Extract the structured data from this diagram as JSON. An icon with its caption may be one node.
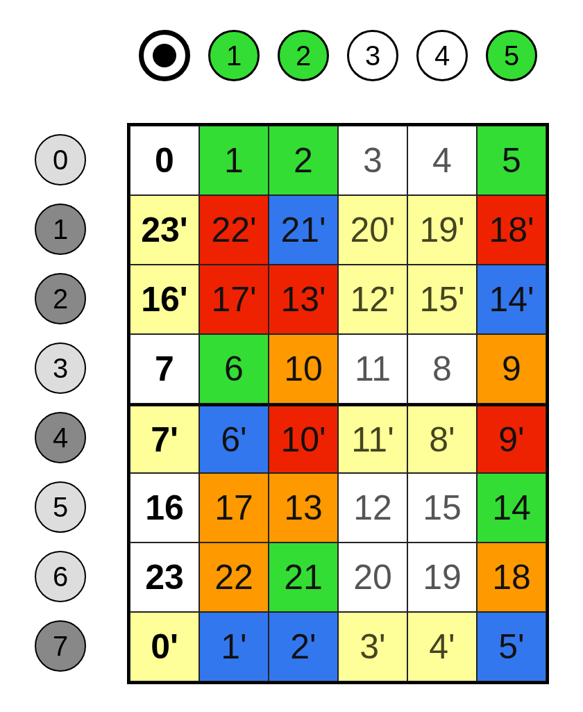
{
  "diagram": {
    "nodes": [
      {
        "text": [],
        "shape": "circle"
      },
      {
        "text": [
          "1"
        ]
      },
      {
        "text": [
          "2"
        ]
      },
      {
        "text": [
          "3"
        ]
      },
      {
        "text": [
          "4"
        ]
      },
      {
        "text": [
          "5"
        ]
      },
      {
        "text": [
          "0"
        ]
      },
      {
        "text": [
          "1"
        ]
      },
      {
        "text": [
          "2"
        ]
      },
      {
        "text": [
          "3"
        ]
      },
      {
        "text": [
          "4"
        ]
      },
      {
        "text": [
          "5"
        ]
      },
      {
        "text": [
          "6"
        ]
      },
      {
        "text": [
          "7"
        ]
      },
      {
        "text": [],
        "shape": "box"
      },
      {
        "text": [
          "0"
        ],
        "in": 14
      },
      {
        "text": [
          "1"
        ],
        "in": 14
      },
      {
        "text": [
          "2"
        ],
        "in": 14
      },
      {
        "text": [
          "3"
        ],
        "in": 14
      },
      {
        "text": [
          "4"
        ],
        "in": 14
      },
      {
        "text": [
          "5"
        ],
        "in": 14
      },
      {
        "text": [
          "23'"
        ],
        "in": 14
      },
      {
        "text": [
          "22'"
        ],
        "in": 14
      },
      {
        "text": [
          "21'"
        ],
        "in": 14
      },
      {
        "text": [
          "20'"
        ],
        "in": 14
      },
      {
        "text": [
          "19'"
        ],
        "in": 14
      },
      {
        "text": [
          "18'"
        ],
        "in": 14
      },
      {
        "text": [
          "16'"
        ],
        "in": 14
      },
      {
        "text": [
          "17'"
        ],
        "in": 14
      },
      {
        "text": [
          "13'"
        ],
        "in": 14
      },
      {
        "text": [
          "12'"
        ],
        "in": 14
      },
      {
        "text": [
          "15'"
        ],
        "in": 14
      },
      {
        "text": [
          "14'"
        ],
        "in": 14
      },
      {
        "text": [
          "7"
        ],
        "in": 14
      },
      {
        "text": [
          "6"
        ],
        "in": 14
      },
      {
        "text": [
          "10"
        ],
        "in": 14
      },
      {
        "text": [
          "11"
        ],
        "in": 14
      },
      {
        "text": [
          "8"
        ],
        "in": 14
      },
      {
        "text": [
          "9"
        ],
        "in": 14
      },
      {
        "text": [
          "7'"
        ],
        "in": 14
      },
      {
        "text": [
          "6'"
        ],
        "in": 14
      },
      {
        "text": [
          "10'"
        ],
        "in": 14
      },
      {
        "text": [
          "11'"
        ],
        "in": 14
      },
      {
        "text": [
          "8'"
        ],
        "in": 14
      },
      {
        "text": [
          "9'"
        ],
        "in": 14
      },
      {
        "text": [
          "16"
        ],
        "in": 14
      },
      {
        "text": [
          "17"
        ],
        "in": 14
      },
      {
        "text": [
          "13"
        ],
        "in": 14
      },
      {
        "text": [
          "12"
        ],
        "in": 14
      },
      {
        "text": [
          "15"
        ],
        "in": 14
      },
      {
        "text": [
          "14"
        ],
        "in": 14
      },
      {
        "text": [
          "23"
        ],
        "in": 14
      },
      {
        "text": [
          "22"
        ],
        "in": 14
      },
      {
        "text": [
          "21"
        ],
        "in": 14
      },
      {
        "text": [
          "20"
        ],
        "in": 14
      },
      {
        "text": [
          "19"
        ],
        "in": 14
      },
      {
        "text": [
          "18"
        ],
        "in": 14
      },
      {
        "text": [
          "0'"
        ],
        "in": 14
      },
      {
        "text": [
          "1'"
        ],
        "in": 14
      },
      {
        "text": [
          "2'"
        ],
        "in": 14
      },
      {
        "text": [
          "3'"
        ],
        "in": 14
      },
      {
        "text": [
          "4'"
        ],
        "in": 14
      },
      {
        "text": [
          "5'"
        ],
        "in": 14
      }
    ],
    "edges": []
  }
}
